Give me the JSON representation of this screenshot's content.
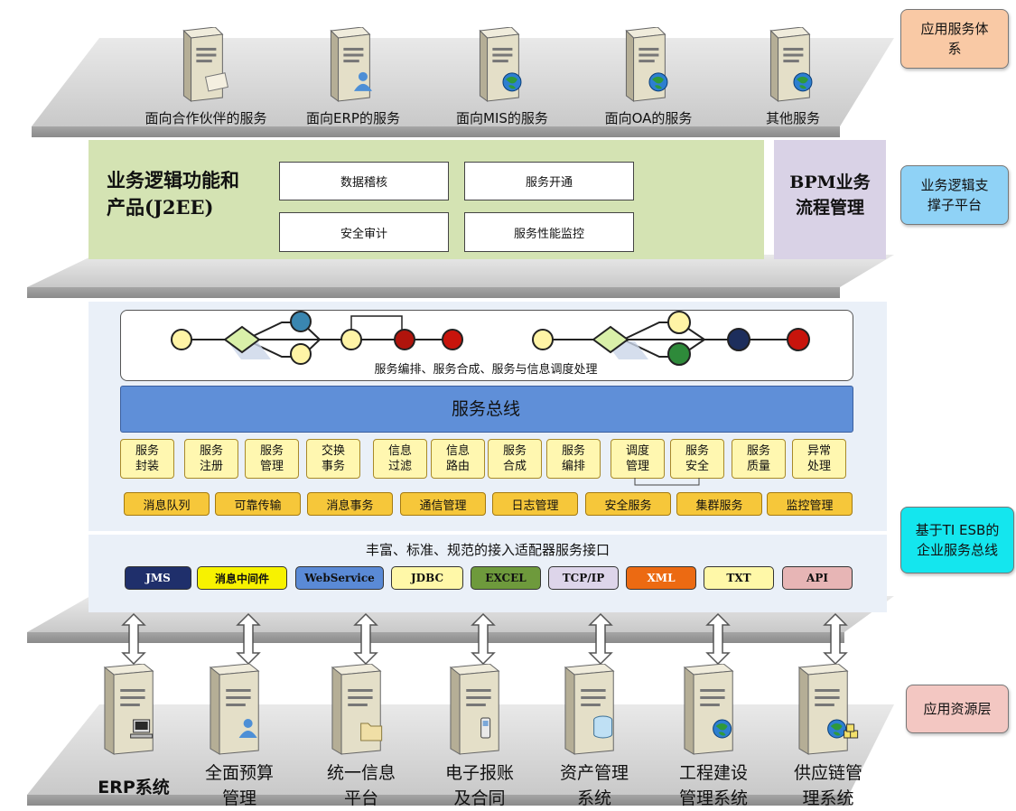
{
  "top_layer": {
    "servers": [
      {
        "label": "面向合作伙伴的服务",
        "badge": "document"
      },
      {
        "label": "面向ERP的服务",
        "badge": "person"
      },
      {
        "label": "面向MIS的服务",
        "badge": "globe"
      },
      {
        "label": "面向OA的服务",
        "badge": "globe-alt"
      },
      {
        "label": "其他服务",
        "badge": "globe"
      }
    ]
  },
  "business": {
    "title": "业务逻辑功能和\n产品(J2EE)",
    "boxes": [
      "数据稽核",
      "服务开通",
      "安全审计",
      "服务性能监控"
    ],
    "bpm": "BPM业务\n流程管理"
  },
  "esb": {
    "flow_caption": "服务编排、服务合成、服务与信息调度处理",
    "bus_title": "服务总线",
    "services": [
      "服务\n封装",
      "服务\n注册",
      "服务\n管理",
      "交换\n事务",
      "信息\n过滤",
      "信息\n路由",
      "服务\n合成",
      "服务\n编排",
      "调度\n管理",
      "服务\n安全",
      "服务\n质量",
      "异常\n处理"
    ],
    "infra": [
      "消息队列",
      "可靠传输",
      "消息事务",
      "通信管理",
      "日志管理",
      "安全服务",
      "集群服务",
      "监控管理"
    ],
    "adapter_caption": "丰富、标准、规范的接入适配器服务接口",
    "adapters": [
      {
        "label": "JMS",
        "bg": "#1f2f6b",
        "fg": "#ffffff"
      },
      {
        "label": "消息中间件",
        "bg": "#f7f200",
        "fg": "#111111"
      },
      {
        "label": "WebService",
        "bg": "#5a8ad6",
        "fg": "#111111"
      },
      {
        "label": "JDBC",
        "bg": "#fff8a8",
        "fg": "#111111"
      },
      {
        "label": "EXCEL",
        "bg": "#6e9a3c",
        "fg": "#111111"
      },
      {
        "label": "TCP/IP",
        "bg": "#ddd5ea",
        "fg": "#111111"
      },
      {
        "label": "XML",
        "bg": "#ec6a12",
        "fg": "#ffffff"
      },
      {
        "label": "TXT",
        "bg": "#fff8a8",
        "fg": "#111111"
      },
      {
        "label": "API",
        "bg": "#e7b5b5",
        "fg": "#111111"
      }
    ]
  },
  "resources": {
    "systems": [
      {
        "label": "ERP系统",
        "bold": true,
        "badge": "computer"
      },
      {
        "label": "全面预算\n管理",
        "bold": false,
        "badge": "person"
      },
      {
        "label": "统一信息\n平台",
        "bold": false,
        "badge": "folder"
      },
      {
        "label": "电子报账\n及合同",
        "bold": false,
        "badge": "phone"
      },
      {
        "label": "资产管理\n系统",
        "bold": false,
        "badge": "database"
      },
      {
        "label": "工程建设\n管理系统",
        "bold": false,
        "badge": "globe"
      },
      {
        "label": "供应链管\n理系统",
        "bold": false,
        "badge": "globe-cubes"
      }
    ]
  },
  "side_tags": [
    {
      "label": "应用服务体\n系",
      "bg": "#f9c9a5"
    },
    {
      "label": "业务逻辑支\n撑子平台",
      "bg": "#8fd2f6"
    },
    {
      "label": "基于TI ESB的\n企业服务总线",
      "bg": "#14e6ee"
    },
    {
      "label": "应用资源层",
      "bg": "#f3c7c2"
    }
  ]
}
